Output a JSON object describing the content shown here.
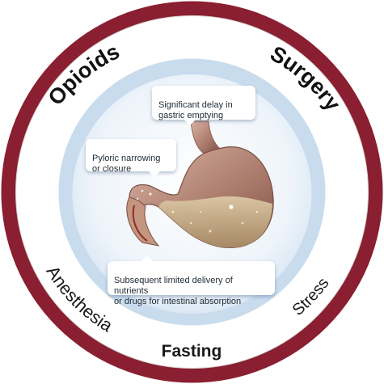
{
  "ring": {
    "title": "Contributing factors",
    "factors": {
      "opioids": "Opioids",
      "surgery": "Surgery",
      "anesthesia": "Anesthesia",
      "stress": "Stress",
      "fasting": "Fasting"
    }
  },
  "inner": {
    "title": "Compromised gastric function"
  },
  "callouts": {
    "delay": "Significant delay in\ngastric emptying",
    "pyloric": "Pyloric narrowing\nor closure",
    "delivery": "Subsequent limited delivery of nutrients\nor drugs for intestinal absorption"
  },
  "colors": {
    "ring": "#8a1f32",
    "inner_ring": "#c9dcee",
    "inner_fill": "#e9f1f9",
    "stomach": "#b78a79",
    "contents": "#c4a883"
  }
}
